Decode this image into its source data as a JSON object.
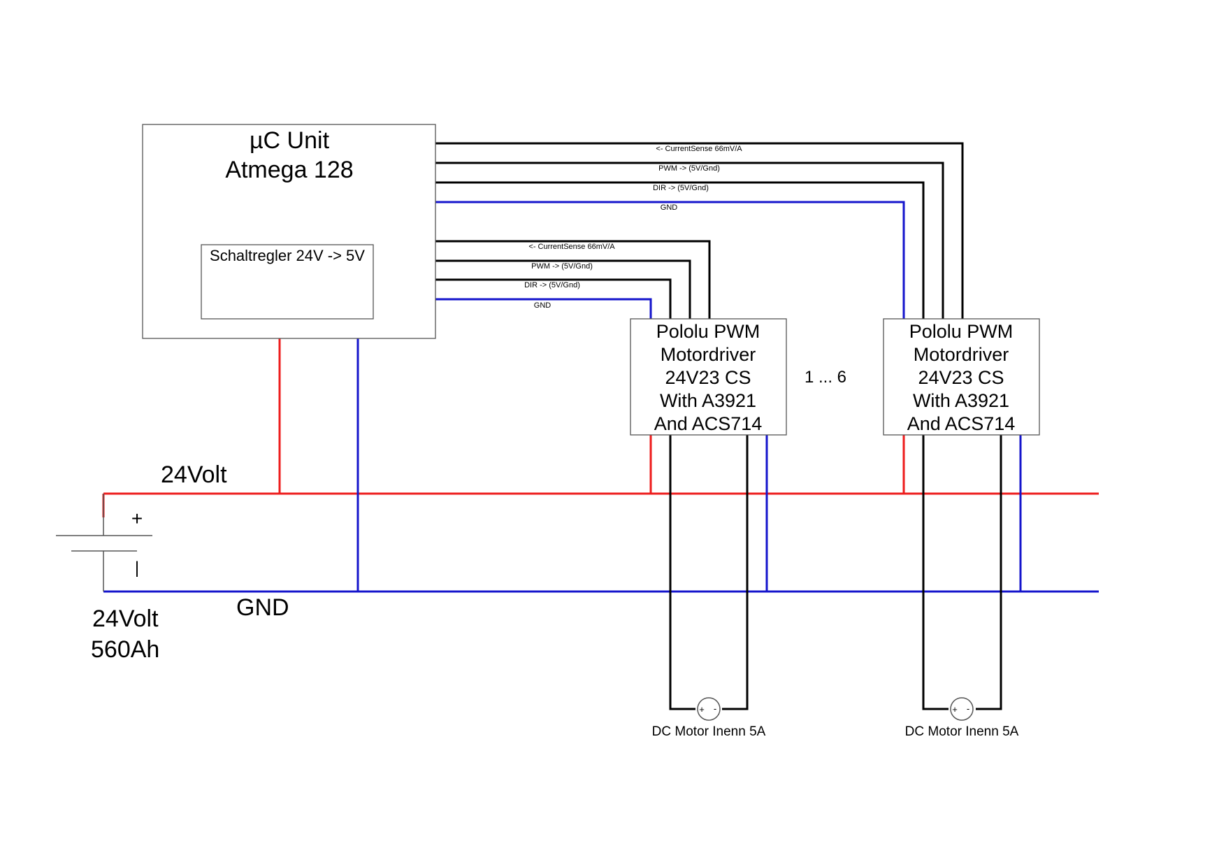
{
  "colors": {
    "power": "#ee1c1c",
    "ground": "#1515cc",
    "signal": "#000000",
    "box_border": "#555555",
    "background": "#ffffff"
  },
  "controller": {
    "title_line1": "µC Unit",
    "title_line2": "Atmega 128",
    "regulator_label": "Schaltregler 24V -> 5V"
  },
  "bus_labels": {
    "current_sense": "<- CurrentSense 66mV/A",
    "pwm": "PWM -> (5V/Gnd)",
    "dir": "DIR -> (5V/Gnd)",
    "gnd": "GND"
  },
  "drivers": [
    {
      "lines": [
        "Pololu PWM",
        "Motordriver",
        "24V23 CS",
        "With A3921",
        "And ACS714"
      ],
      "motor_label": "DC Motor Inenn 5A"
    },
    {
      "lines": [
        "Pololu PWM",
        "Motordriver",
        "24V23 CS",
        "With A3921",
        "And ACS714"
      ],
      "motor_label": "DC Motor Inenn 5A"
    }
  ],
  "driver_range_label": "1 ... 6",
  "rails": {
    "power_label": "24Volt",
    "ground_label": "GND"
  },
  "battery": {
    "plus_symbol": "+",
    "minus_symbol": "|",
    "voltage": "24Volt",
    "capacity": "560Ah"
  },
  "motor_symbols": {
    "plus": "+",
    "minus": "-"
  }
}
